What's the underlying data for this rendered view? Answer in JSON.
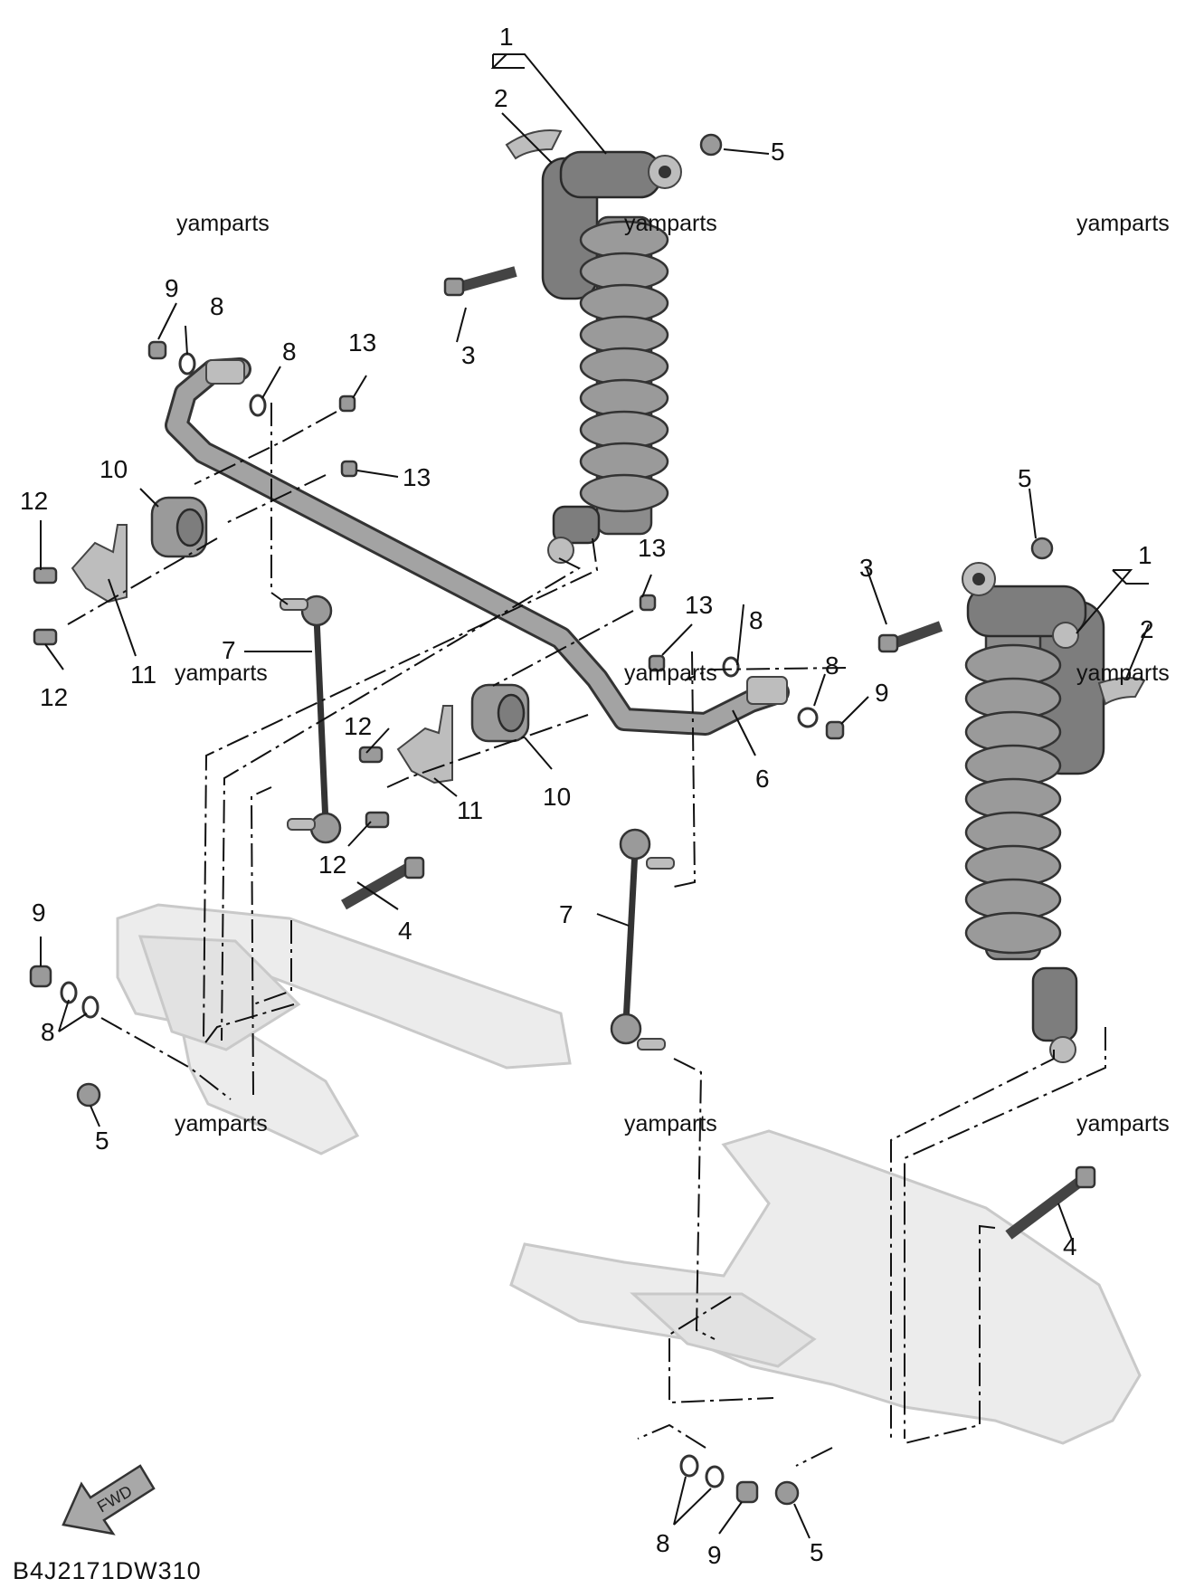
{
  "diagram": {
    "code": "B4J2171DW310",
    "fwd_label": "FWD",
    "watermark": "yamparts",
    "callout_labels": [
      "1",
      "2",
      "3",
      "4",
      "5",
      "6",
      "7",
      "8",
      "9",
      "10",
      "11",
      "12",
      "13"
    ]
  }
}
